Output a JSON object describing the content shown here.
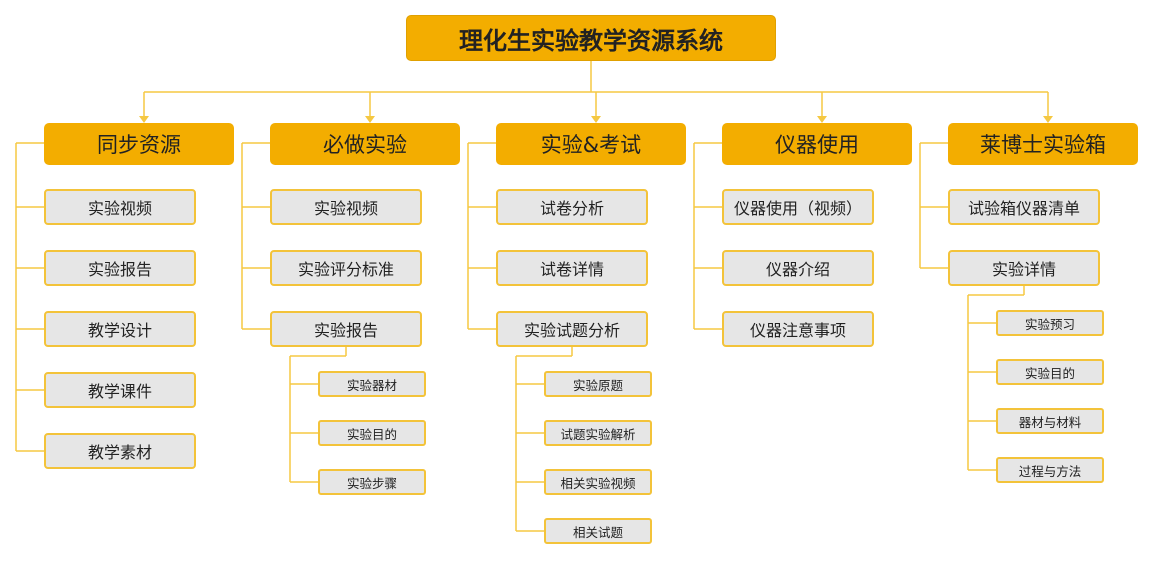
{
  "title": "理化生实验教学资源系统",
  "columns": [
    {
      "label": "同步资源",
      "items": [
        {
          "label": "实验视频"
        },
        {
          "label": "实验报告"
        },
        {
          "label": "教学设计"
        },
        {
          "label": "教学课件"
        },
        {
          "label": "教学素材"
        }
      ]
    },
    {
      "label": "必做实验",
      "items": [
        {
          "label": "实验视频"
        },
        {
          "label": "实验评分标准"
        },
        {
          "label": "实验报告",
          "children": [
            "实验器材",
            "实验目的",
            "实验步骤"
          ]
        }
      ]
    },
    {
      "label": "实验&考试",
      "items": [
        {
          "label": "试卷分析"
        },
        {
          "label": "试卷详情"
        },
        {
          "label": "实验试题分析",
          "children": [
            "实验原题",
            "试题实验解析",
            "相关实验视频",
            "相关试题"
          ]
        }
      ]
    },
    {
      "label": "仪器使用",
      "items": [
        {
          "label": "仪器使用（视频）"
        },
        {
          "label": "仪器介绍"
        },
        {
          "label": "仪器注意事项"
        }
      ]
    },
    {
      "label": "莱博士实验箱",
      "items": [
        {
          "label": "试验箱仪器清单"
        },
        {
          "label": "实验详情",
          "children": [
            "实验预习",
            "实验目的",
            "器材与材料",
            "过程与方法"
          ]
        }
      ]
    }
  ],
  "colors": {
    "accent": "#f3ad00",
    "connector": "#f5c842",
    "box_fill": "#e6e6e6",
    "box_border": "#f3c33a"
  }
}
